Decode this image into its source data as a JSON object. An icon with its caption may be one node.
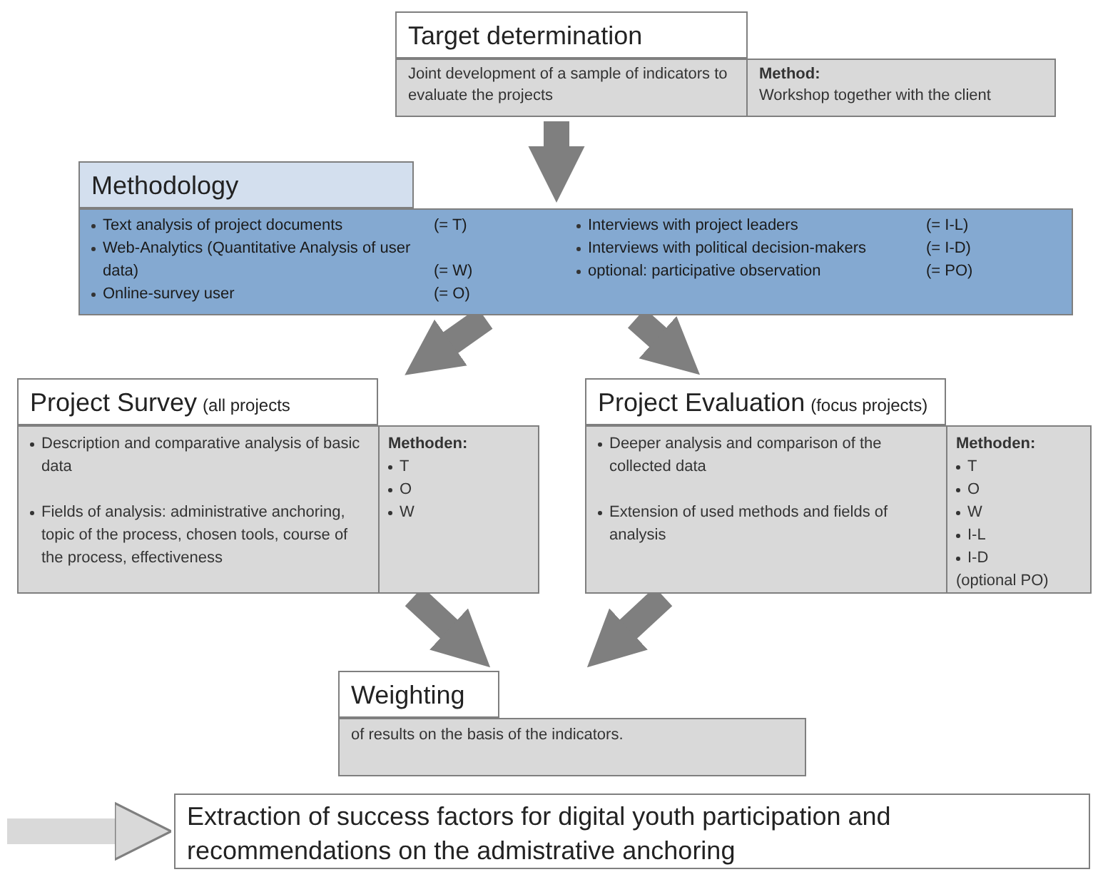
{
  "diagram": {
    "nodes": [
      {
        "text": [
          "Target determination",
          "Joint development of  a sample of indicators to evaluate the projects",
          "Method:",
          "Workshop together with the  client"
        ]
      },
      {
        "text": [
          "Methodology",
          "Text analysis of project documents",
          "(= T)",
          "Web-Analytics (Quantitative Analysis of user data)",
          "(= W)",
          "Online-survey user",
          "(= O)",
          "Interviews with project leaders",
          "(= I-L)",
          "Interviews with political decision-makers",
          "(= I-D)",
          "optional: participative observation",
          "(= PO)"
        ]
      },
      {
        "text": [
          "Project Survey",
          "(all projects",
          "Description and comparative analysis of basic data",
          "Fields of analysis: administrative anchoring, topic of the process, chosen tools, course of the process, effectiveness",
          "Methoden:",
          "T",
          "O",
          "W"
        ]
      },
      {
        "text": [
          "Project Evaluation",
          "(focus projects)",
          "Deeper analysis and comparison of the collected data",
          "Extension of used methods and fields of analysis",
          "Methoden:",
          "T",
          "O",
          "W",
          "I-L",
          "I-D",
          "(optional PO)"
        ]
      },
      {
        "text": [
          "Weighting",
          "of results on the basis of the indicators."
        ]
      },
      {
        "text": [
          "Extraction of success factors for digital youth participation and recommendations on the admistrative anchoring"
        ]
      }
    ],
    "edges": [
      {
        "from": 0,
        "to": 1,
        "arrow": "to"
      },
      {
        "from": 1,
        "to": 2,
        "arrow": "to"
      },
      {
        "from": 1,
        "to": 3,
        "arrow": "to"
      },
      {
        "from": 2,
        "to": 4,
        "arrow": "to"
      },
      {
        "from": 3,
        "to": 4,
        "arrow": "to"
      },
      {
        "from": null,
        "to": 5,
        "arrow": "to",
        "color": "#d9d9d9"
      }
    ]
  }
}
